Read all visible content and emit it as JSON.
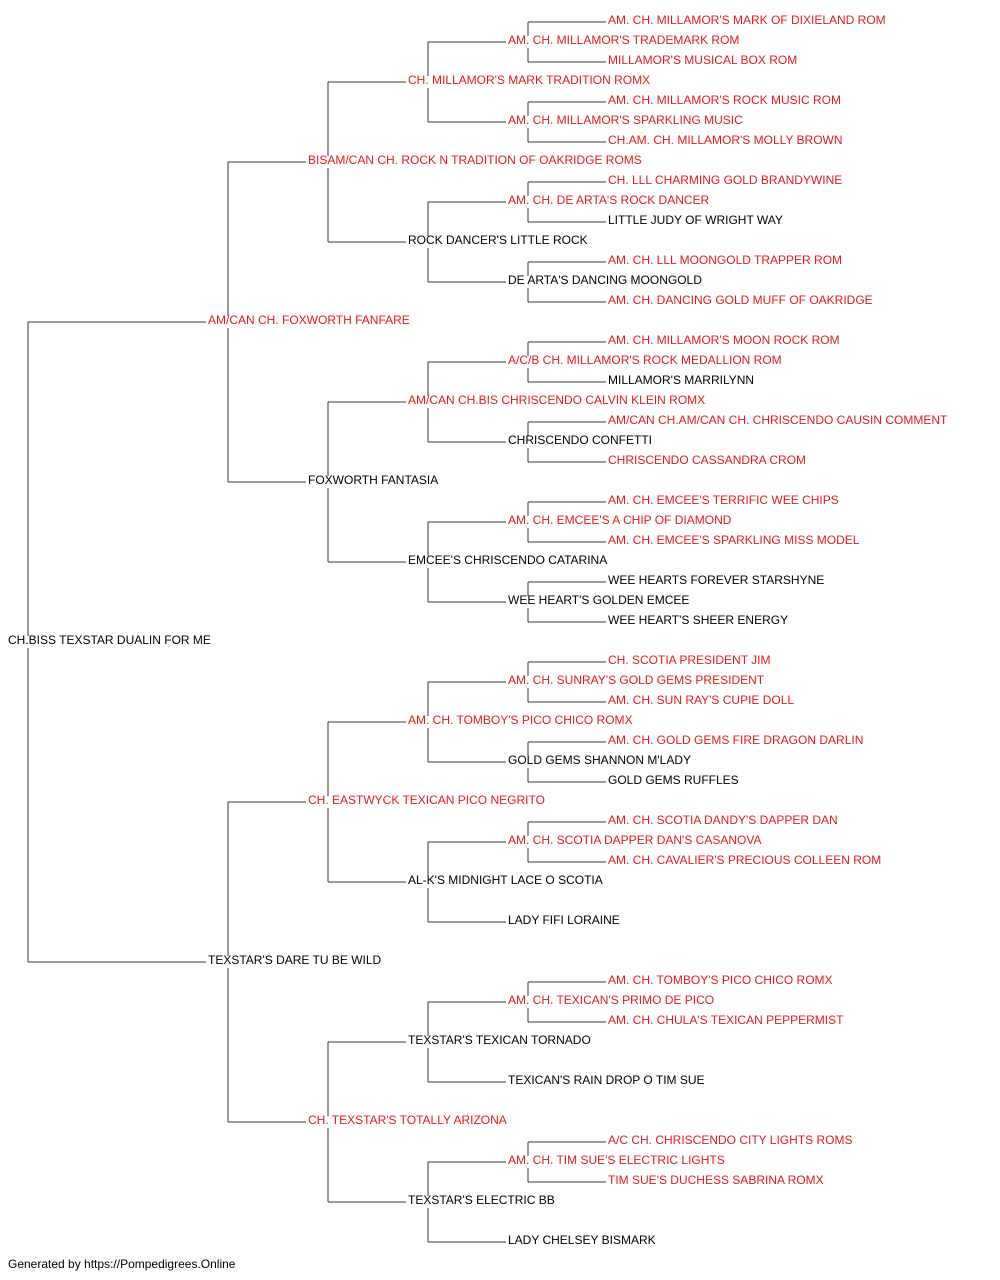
{
  "colors": {
    "titled": "#e31b1b",
    "plain": "#000000",
    "line": "#333333"
  },
  "pedigree": {
    "name": "CH.BISS TEXSTAR DUALIN FOR ME",
    "titled": false,
    "sire": {
      "name": "AM/CAN CH. FOXWORTH FANFARE",
      "titled": true,
      "sire": {
        "name": "BISAM/CAN CH. ROCK N TRADITION OF OAKRIDGE ROMS",
        "titled": true,
        "sire": {
          "name": "CH. MILLAMOR'S MARK TRADITION ROMX",
          "titled": true,
          "sire": {
            "name": "AM. CH. MILLAMOR'S TRADEMARK ROM",
            "titled": true,
            "sire": {
              "name": "AM. CH. MILLAMOR'S MARK OF DIXIELAND ROM",
              "titled": true
            },
            "dam": {
              "name": "MILLAMOR'S MUSICAL BOX ROM",
              "titled": true
            }
          },
          "dam": {
            "name": "AM. CH. MILLAMOR'S SPARKLING MUSIC",
            "titled": true,
            "sire": {
              "name": "AM. CH. MILLAMOR'S ROCK MUSIC ROM",
              "titled": true
            },
            "dam": {
              "name": "CH.AM. CH. MILLAMOR'S MOLLY BROWN",
              "titled": true
            }
          }
        },
        "dam": {
          "name": "ROCK DANCER'S LITTLE ROCK",
          "titled": false,
          "sire": {
            "name": "AM. CH. DE ARTA'S ROCK DANCER",
            "titled": true,
            "sire": {
              "name": "CH. LLL CHARMING GOLD BRANDYWINE",
              "titled": true
            },
            "dam": {
              "name": "LITTLE JUDY OF WRIGHT WAY",
              "titled": false
            }
          },
          "dam": {
            "name": "DE ARTA'S DANCING MOONGOLD",
            "titled": false,
            "sire": {
              "name": "AM. CH. LLL MOONGOLD TRAPPER ROM",
              "titled": true
            },
            "dam": {
              "name": "AM. CH. DANCING GOLD MUFF OF OAKRIDGE",
              "titled": true
            }
          }
        }
      },
      "dam": {
        "name": "FOXWORTH FANTASIA",
        "titled": false,
        "sire": {
          "name": "AM/CAN CH.BIS CHRISCENDO CALVIN KLEIN ROMX",
          "titled": true,
          "sire": {
            "name": "A/C/B CH. MILLAMOR'S ROCK MEDALLION ROM",
            "titled": true,
            "sire": {
              "name": "AM. CH. MILLAMOR'S MOON ROCK ROM",
              "titled": true
            },
            "dam": {
              "name": "MILLAMOR'S MARRILYNN",
              "titled": false
            }
          },
          "dam": {
            "name": "CHRISCENDO CONFETTI",
            "titled": false,
            "sire": {
              "name": "AM/CAN CH.AM/CAN CH. CHRISCENDO CAUSIN COMMENT",
              "titled": true
            },
            "dam": {
              "name": "CHRISCENDO CASSANDRA CROM",
              "titled": true
            }
          }
        },
        "dam": {
          "name": "EMCEE'S CHRISCENDO CATARINA",
          "titled": false,
          "sire": {
            "name": "AM. CH. EMCEE'S A CHIP OF DIAMOND",
            "titled": true,
            "sire": {
              "name": "AM. CH. EMCEE'S TERRIFIC WEE CHIPS",
              "titled": true
            },
            "dam": {
              "name": "AM. CH. EMCEE'S SPARKLING MISS MODEL",
              "titled": true
            }
          },
          "dam": {
            "name": "WEE HEART'S GOLDEN EMCEE",
            "titled": false,
            "sire": {
              "name": "WEE HEARTS FOREVER STARSHYNE",
              "titled": false
            },
            "dam": {
              "name": "WEE HEART'S SHEER ENERGY",
              "titled": false
            }
          }
        }
      }
    },
    "dam": {
      "name": "TEXSTAR'S DARE TU BE WILD",
      "titled": false,
      "sire": {
        "name": "CH. EASTWYCK TEXICAN PICO NEGRITO",
        "titled": true,
        "sire": {
          "name": "AM. CH. TOMBOY'S PICO CHICO ROMX",
          "titled": true,
          "sire": {
            "name": "AM. CH. SUNRAY'S GOLD GEMS PRESIDENT",
            "titled": true,
            "sire": {
              "name": "CH. SCOTIA PRESIDENT JIM",
              "titled": true
            },
            "dam": {
              "name": "AM. CH. SUN RAY'S CUPIE DOLL",
              "titled": true
            }
          },
          "dam": {
            "name": "GOLD GEMS SHANNON M'LADY",
            "titled": false,
            "sire": {
              "name": "AM. CH. GOLD GEMS FIRE DRAGON DARLIN",
              "titled": true
            },
            "dam": {
              "name": "GOLD GEMS RUFFLES",
              "titled": false
            }
          }
        },
        "dam": {
          "name": "AL-K'S MIDNIGHT LACE O SCOTIA",
          "titled": false,
          "sire": {
            "name": "AM. CH. SCOTIA DAPPER DAN'S CASANOVA",
            "titled": true,
            "sire": {
              "name": "AM. CH. SCOTIA DANDY'S DAPPER DAN",
              "titled": true
            },
            "dam": {
              "name": "AM. CH. CAVALIER'S PRECIOUS COLLEEN ROM",
              "titled": true
            }
          },
          "dam": {
            "name": "LADY FIFI LORAINE",
            "titled": false
          }
        }
      },
      "dam": {
        "name": "CH. TEXSTAR'S TOTALLY ARIZONA",
        "titled": true,
        "sire": {
          "name": "TEXSTAR'S TEXICAN TORNADO",
          "titled": false,
          "sire": {
            "name": "AM. CH. TEXICAN'S PRIMO DE PICO",
            "titled": true,
            "sire": {
              "name": "AM. CH. TOMBOY'S PICO CHICO ROMX",
              "titled": true
            },
            "dam": {
              "name": "AM. CH. CHULA'S TEXICAN PEPPERMIST",
              "titled": true
            }
          },
          "dam": {
            "name": "TEXICAN'S RAIN DROP O TIM SUE",
            "titled": false
          }
        },
        "dam": {
          "name": "TEXSTAR'S ELECTRIC BB",
          "titled": false,
          "sire": {
            "name": "AM. CH. TIM SUE'S ELECTRIC LIGHTS",
            "titled": true,
            "sire": {
              "name": "A/C CH. CHRISCENDO CITY LIGHTS ROMS",
              "titled": true
            },
            "dam": {
              "name": "TIM SUE'S DUCHESS SABRINA ROMX",
              "titled": true
            }
          },
          "dam": {
            "name": "LADY CHELSEY BISMARK",
            "titled": false
          }
        }
      }
    }
  },
  "footer": {
    "text": "Generated by https://Pompedigrees.Online"
  }
}
